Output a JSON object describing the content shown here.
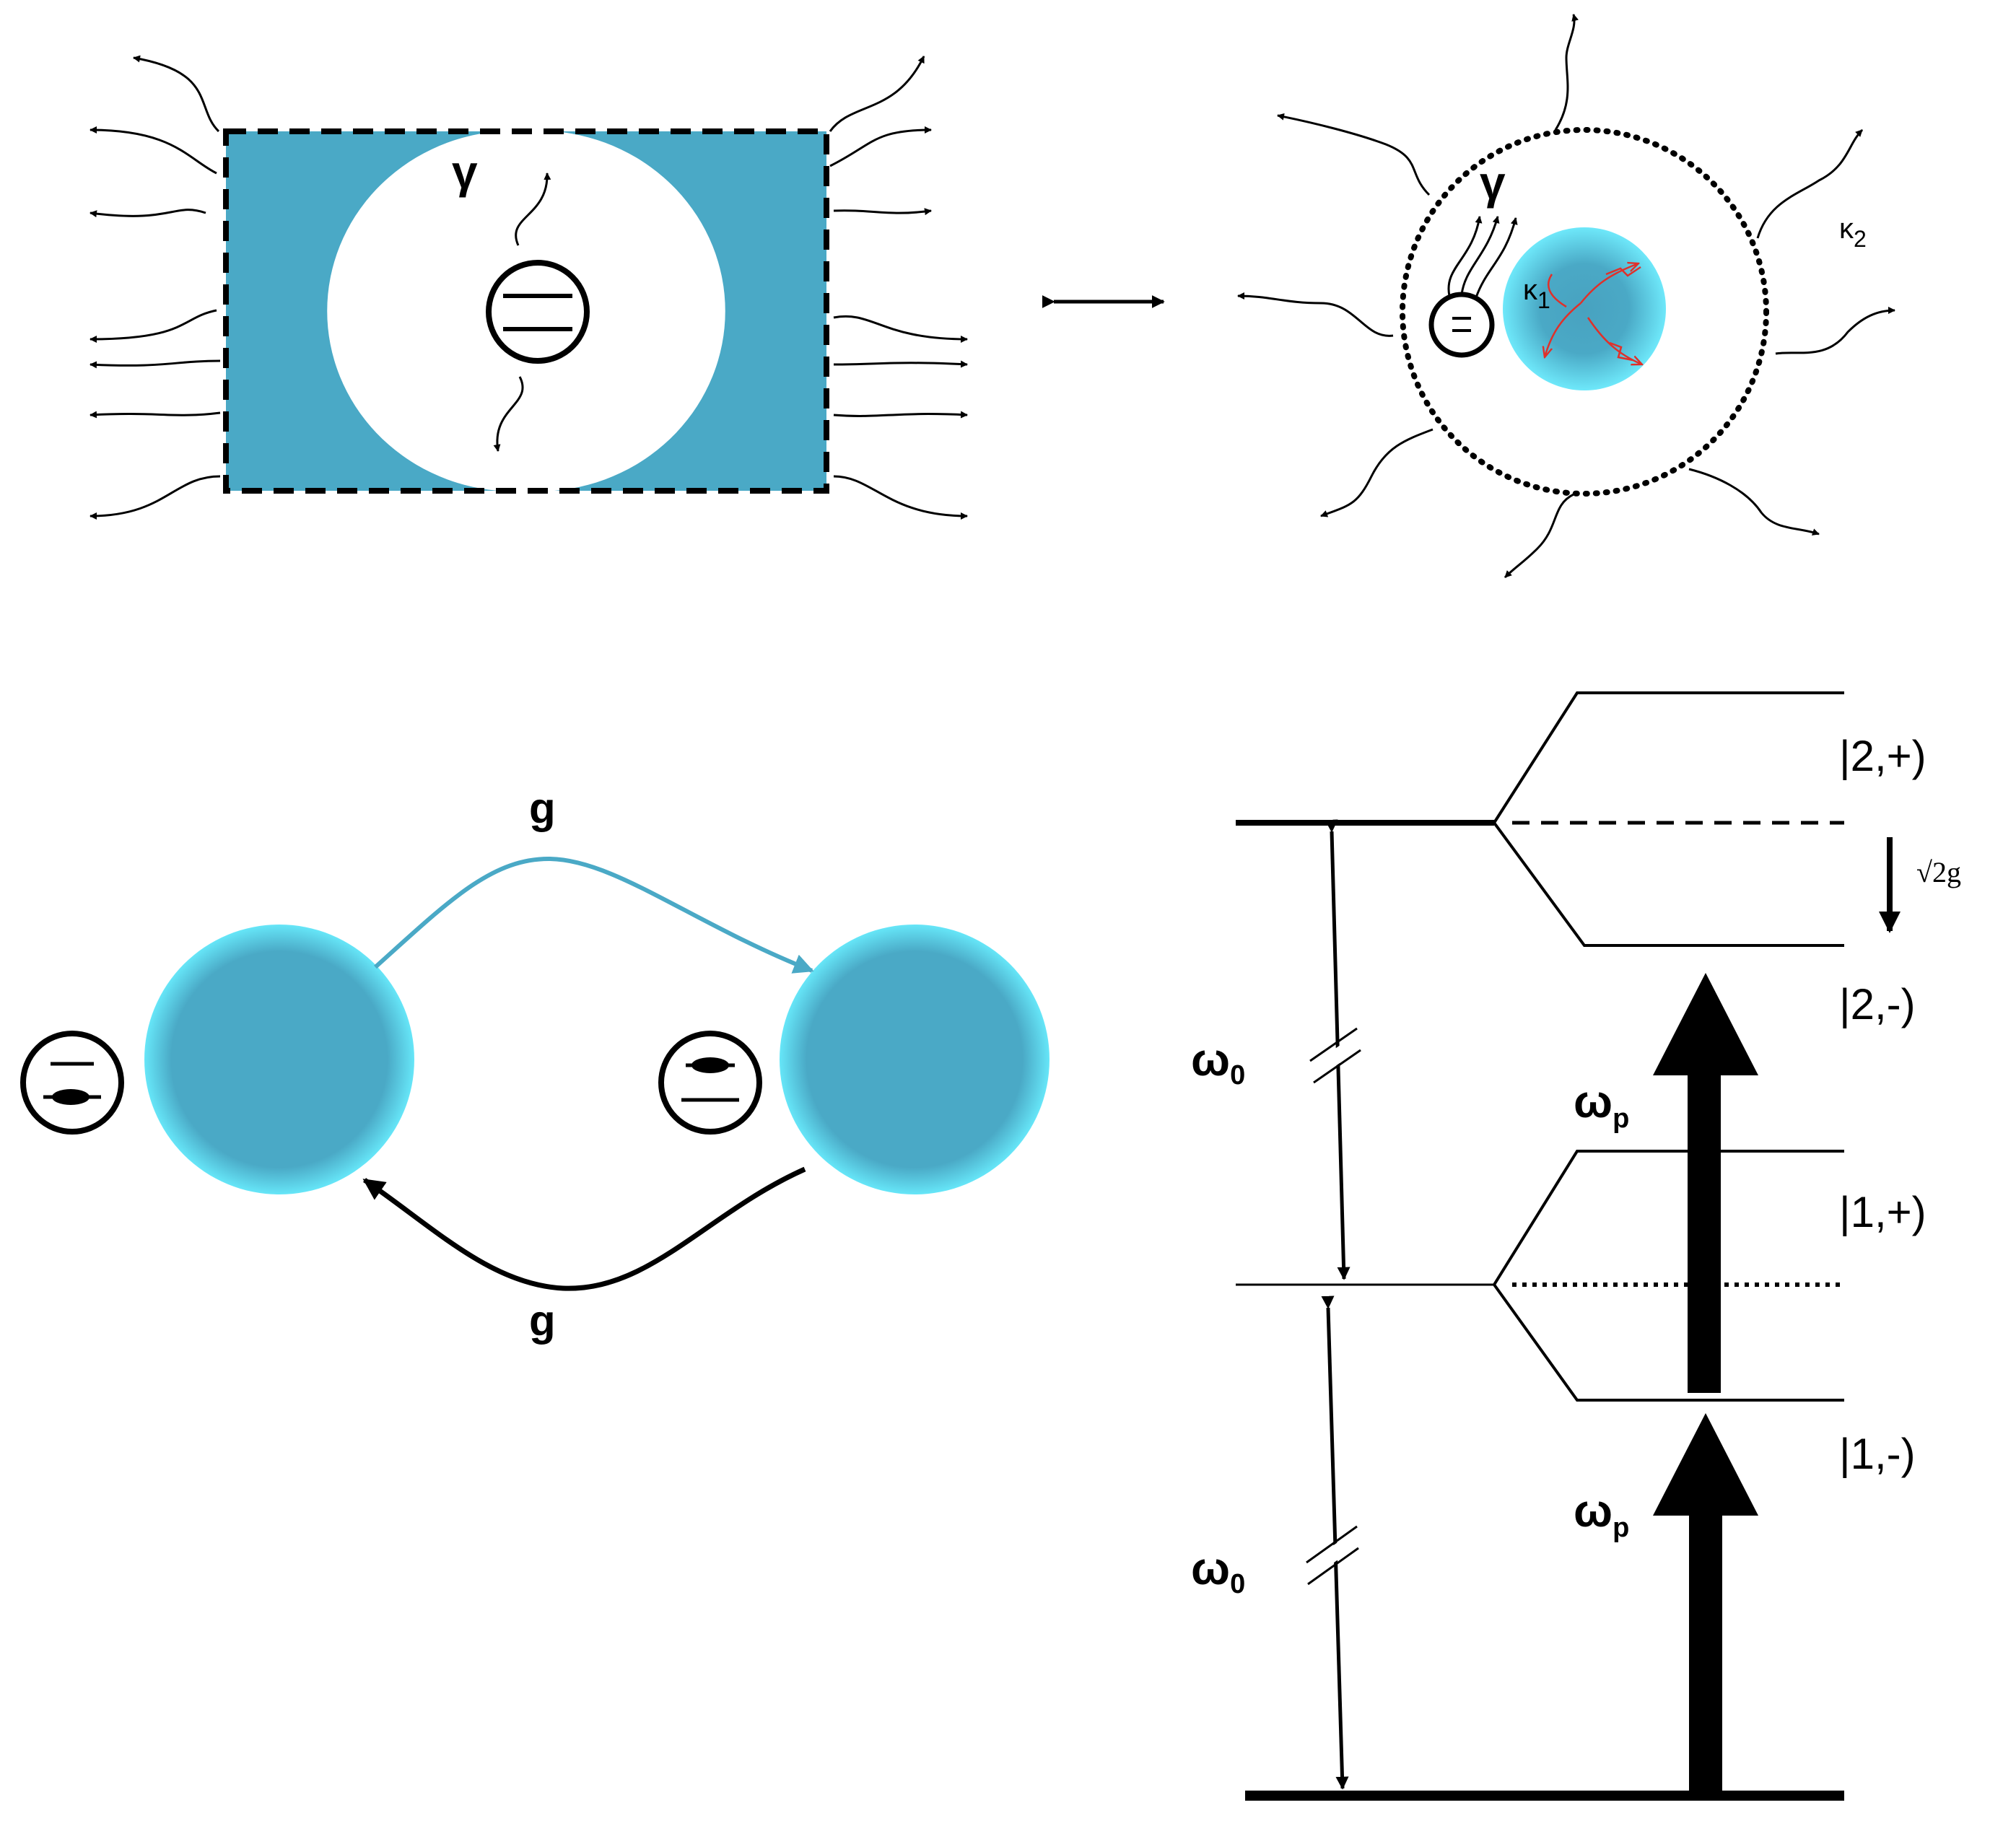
{
  "panel_a": {
    "emitter_rate": "γ"
  },
  "panel_b": {
    "emitter_rate": "γ",
    "inner_decay": {
      "symbol": "κ",
      "subscript": "1"
    },
    "outer_decay": {
      "symbol": "κ",
      "subscript": "2"
    }
  },
  "panel_c": {
    "coupling_top": "g",
    "coupling_bottom": "g",
    "accent_color": "#4aa9c6"
  },
  "panel_d": {
    "omega0": {
      "symbol": "ω",
      "subscript": "0"
    },
    "omegap": {
      "symbol": "ω",
      "subscript": "p"
    },
    "splitting": "√2g",
    "levels": [
      "|2,+)",
      "|2,-)",
      "|1,+)",
      "|1,-)"
    ]
  },
  "colors": {
    "cavity": "#4aa9c6",
    "sphere_core": "#4aa9c6",
    "sphere_rim": "#5fe0f5",
    "ray_red": "#e0302a"
  }
}
